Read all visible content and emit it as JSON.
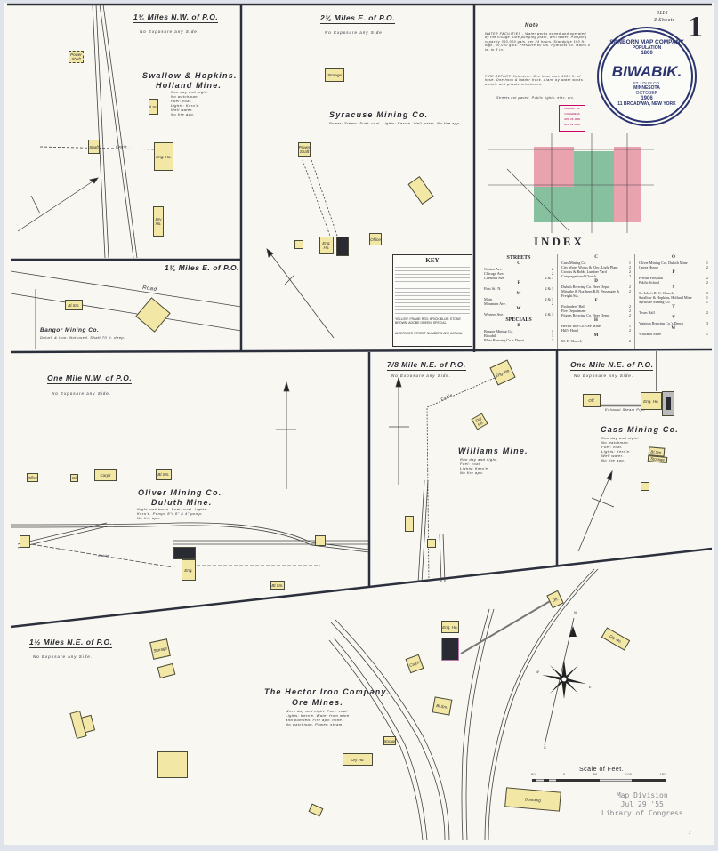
{
  "sheet": {
    "number": "1",
    "code": "8116",
    "sheets": "3 Sheets"
  },
  "seal": {
    "company": "SANBORN MAP COMPANY",
    "population_label": "POPULATION",
    "population": "1800",
    "city": "BIWABIK.",
    "county": "ST. LOUIS CO.",
    "state": "MINNESOTA",
    "month": "OCTOBER",
    "year": "1906",
    "address": "11 BROADWAY, NEW YORK"
  },
  "note": {
    "title": "Note",
    "water": "WATER FACILITIES - Water works owned and operated by the village. One pumping plant, well water. Pumping capacity 350,000 gals. per 24 hours. Standpipe 100 ft. high, 80,000 gals. Pressure 60 lbs. Hydrants 30. Mains 4 in. to 8 in.",
    "fire": "FIRE DEPART. Volunteer. One hose cart, 1000 ft. of hose. One hook & ladder truck. Alarm by water works whistle and private telephones.",
    "streets": "Streets not paved. Public lights: elec. arc."
  },
  "stamp_receipt": {
    "line1": "LIBRARY OF CONGRESS",
    "line2": "APR 26 1909",
    "line3": "APR 22 1909"
  },
  "index": {
    "title": "INDEX",
    "columns": [
      [
        {
          "h": "STREETS",
          "big": true
        },
        {
          "h": "C"
        },
        {
          "n": "Canton Ave.",
          "s": "2"
        },
        {
          "n": "Chicago Ave.",
          "s": "2"
        },
        {
          "n": "Chestnut Ave.",
          "s": "2 & 3"
        },
        {
          "h": "F"
        },
        {
          "n": "First St., N.",
          "s": "2 & 3"
        },
        {
          "h": "M"
        },
        {
          "n": "Main",
          "s": "2 & 3"
        },
        {
          "n": "Mountain Ave.",
          "s": "2"
        },
        {
          "h": "W"
        },
        {
          "n": "Western Ave.",
          "s": "2 & 3"
        },
        {
          "h": "SPECIALS",
          "big": true
        },
        {
          "h": "B"
        },
        {
          "n": "Bangor Mining Co.",
          "s": "1"
        },
        {
          "n": "Biwabik",
          "s": "3"
        },
        {
          "n": "Blatz Brewing Co.'s Depot",
          "s": "3"
        }
      ],
      [
        {
          "h": "C"
        },
        {
          "n": "Cass Mining Co.",
          "s": "1"
        },
        {
          "n": "City Water Works & Elec. Light Plant",
          "s": "2"
        },
        {
          "n": "Crooks & Robb, Lumber Yard",
          "s": "2"
        },
        {
          "n": "Congregational Church",
          "s": "2"
        },
        {
          "h": "D"
        },
        {
          "n": "Duluth Brewing Co. Beer Depot",
          "s": "2"
        },
        {
          "n": "Missabe & Northern R.R. Passenger & Freight Sta.",
          "s": "2"
        },
        {
          "h": "F"
        },
        {
          "n": "Finlanders' Hall",
          "s": "2"
        },
        {
          "n": "Fire Department",
          "s": "2"
        },
        {
          "n": "Fitgers Brewing Co. Beer Depot",
          "s": "2"
        },
        {
          "h": "H"
        },
        {
          "n": "Hector Iron Co. Ore Mines",
          "s": "1"
        },
        {
          "n": "Hill's Hotel",
          "s": "2"
        },
        {
          "h": "M"
        },
        {
          "n": "M. E. Church",
          "s": "2"
        }
      ],
      [
        {
          "h": "O"
        },
        {
          "n": "Oliver Mining Co., Duluth Mine",
          "s": "1"
        },
        {
          "n": "Opera House",
          "s": "2"
        },
        {
          "h": "P"
        },
        {
          "n": "Private Hospital",
          "s": "2"
        },
        {
          "n": "Public School",
          "s": "2"
        },
        {
          "h": "S"
        },
        {
          "n": "St. John's R. C. Church",
          "s": "3"
        },
        {
          "n": "Swallow & Hopkins, Holland Mine",
          "s": "1"
        },
        {
          "n": "Syracuse Mining Co.",
          "s": "1"
        },
        {
          "h": "T"
        },
        {
          "n": "Town Hall",
          "s": "2"
        },
        {
          "h": "V"
        },
        {
          "n": "Virginia Brewing Co.'s Depot",
          "s": "3"
        },
        {
          "h": "W"
        },
        {
          "n": "Williams Mine",
          "s": "1"
        }
      ]
    ]
  },
  "key": {
    "title": "KEY",
    "colors": "YELLOW: FRAME  RED: BRICK  BLUE: STONE  BROWN: ADOBE  GREEN: SPECIAL",
    "footer": "ALTERNATE STREET NUMBERS ARE ACTUAL"
  },
  "panels": {
    "holland": {
      "header": "1¾ Miles N.W. of P.O.",
      "exposure": "No Exposure any Side.",
      "title1": "Swallow & Hopkins.",
      "title2": "Holland Mine.",
      "desc": "Run day and night.\nNo watchman.\nFuel: coal.\nLights: Kero'e.\nWell water.\nNo fire app.",
      "b1": "Power Shaft",
      "b2": "Bl.Sm.",
      "b3": "Eng. Ho.",
      "b4": "Dry Ho.",
      "b5": "Shaft",
      "road": "Cable"
    },
    "bangor": {
      "header": "1¾ Miles E. of P.O.",
      "road": "Road",
      "title": "Bangor Mining Co.",
      "desc": "Duluth & Iron. Not used. Shaft 70 ft. deep.",
      "b1": "Bl.Sm."
    },
    "syracuse": {
      "header": "2¾ Miles E. of P.O.",
      "exposure": "No Exposure any Side.",
      "title": "Syracuse Mining Co.",
      "desc": "Power: Steam. Fuel: coal. Lights: Kero'e. Well water. No fire app.",
      "b1": "Storage",
      "b2": "Power Shaft",
      "b3": "Eng. Ho.",
      "b4": "Office"
    },
    "oliver": {
      "header": "One Mile N.W. of P.O.",
      "exposure": "No Exposure any Side.",
      "title1": "Oliver Mining Co.",
      "title2": "Duluth Mine.",
      "desc": "Night watchman. Fuel: coal. Lights:\nKero'e. Pumps 8\"x 8\" & 4\" pump.\nNo fire app.",
      "b1": "Office",
      "b2": "Oil",
      "b3": "Carp'r",
      "b4": "Bl.Sm.",
      "b5": "Eng.",
      "b6": "Bl.Sm.",
      "track": "Cable"
    },
    "williams": {
      "header": "7/8 Mile N.E. of P.O.",
      "exposure": "No Exposure any Side.",
      "title": "Williams Mine.",
      "desc": "Run day and night.\nFuel: coal.\nLights: Kero'e.\nNo fire app.",
      "b1": "Eng. Ho.",
      "b2": "Dry Ho.",
      "cable": "Cable"
    },
    "cass": {
      "header": "One Mile N.E. of P.O.",
      "exposure": "No Exposure any Side.",
      "title": "Cass Mining Co.",
      "desc": "Run day and night.\nNo watchman.\nFuel: coal.\nLights: Kero'e.\nWell water.\nNo fire app.",
      "b1": "Off.",
      "b2": "Eng. Ho.",
      "b3": "Bl.Sm.",
      "b4": "Storage",
      "pipe": "Exhaust Steam Pipe"
    },
    "hector": {
      "header": "1½ Miles N.E. of P.O.",
      "exposure": "No Exposure any Side.",
      "title1": "The Hector Iron Company.",
      "title2": "Ore Mines.",
      "desc": "Work day and night. Fuel: coal.\nLights: Kero'e. Water from mine\nand pumped. Fire app: none.\nNo watchman. Power: steam.",
      "b1": "Storage",
      "b2": "Eng. Ho.",
      "b3": "Carp'r",
      "b4": "Bl.Sm.",
      "b5": "Storage",
      "b6": "Off.",
      "b7": "Dry Ho.",
      "b8": "Boarding",
      "b9": "Dry Ho."
    }
  },
  "compass": {
    "n": "N",
    "e": "E",
    "w": "W",
    "s": "S"
  },
  "scale": {
    "title": "Scale of Feet.",
    "ticks": [
      "50",
      "0",
      "50",
      "100",
      "150"
    ]
  },
  "lc_stamp": {
    "line1": "Map Division",
    "line2": "Jul 29 '55",
    "line3": "Library of Congress"
  },
  "corner": "7"
}
